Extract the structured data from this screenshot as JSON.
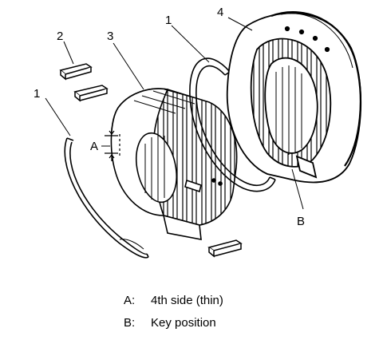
{
  "diagram": {
    "callouts": {
      "c1_left": "1",
      "c1_right": "1",
      "c2": "2",
      "c3": "3",
      "c4": "4",
      "cA": "A",
      "cB": "B"
    },
    "legend": [
      {
        "key": "A:",
        "text": "4th side (thin)"
      },
      {
        "key": "B:",
        "text": "Key position"
      }
    ]
  }
}
